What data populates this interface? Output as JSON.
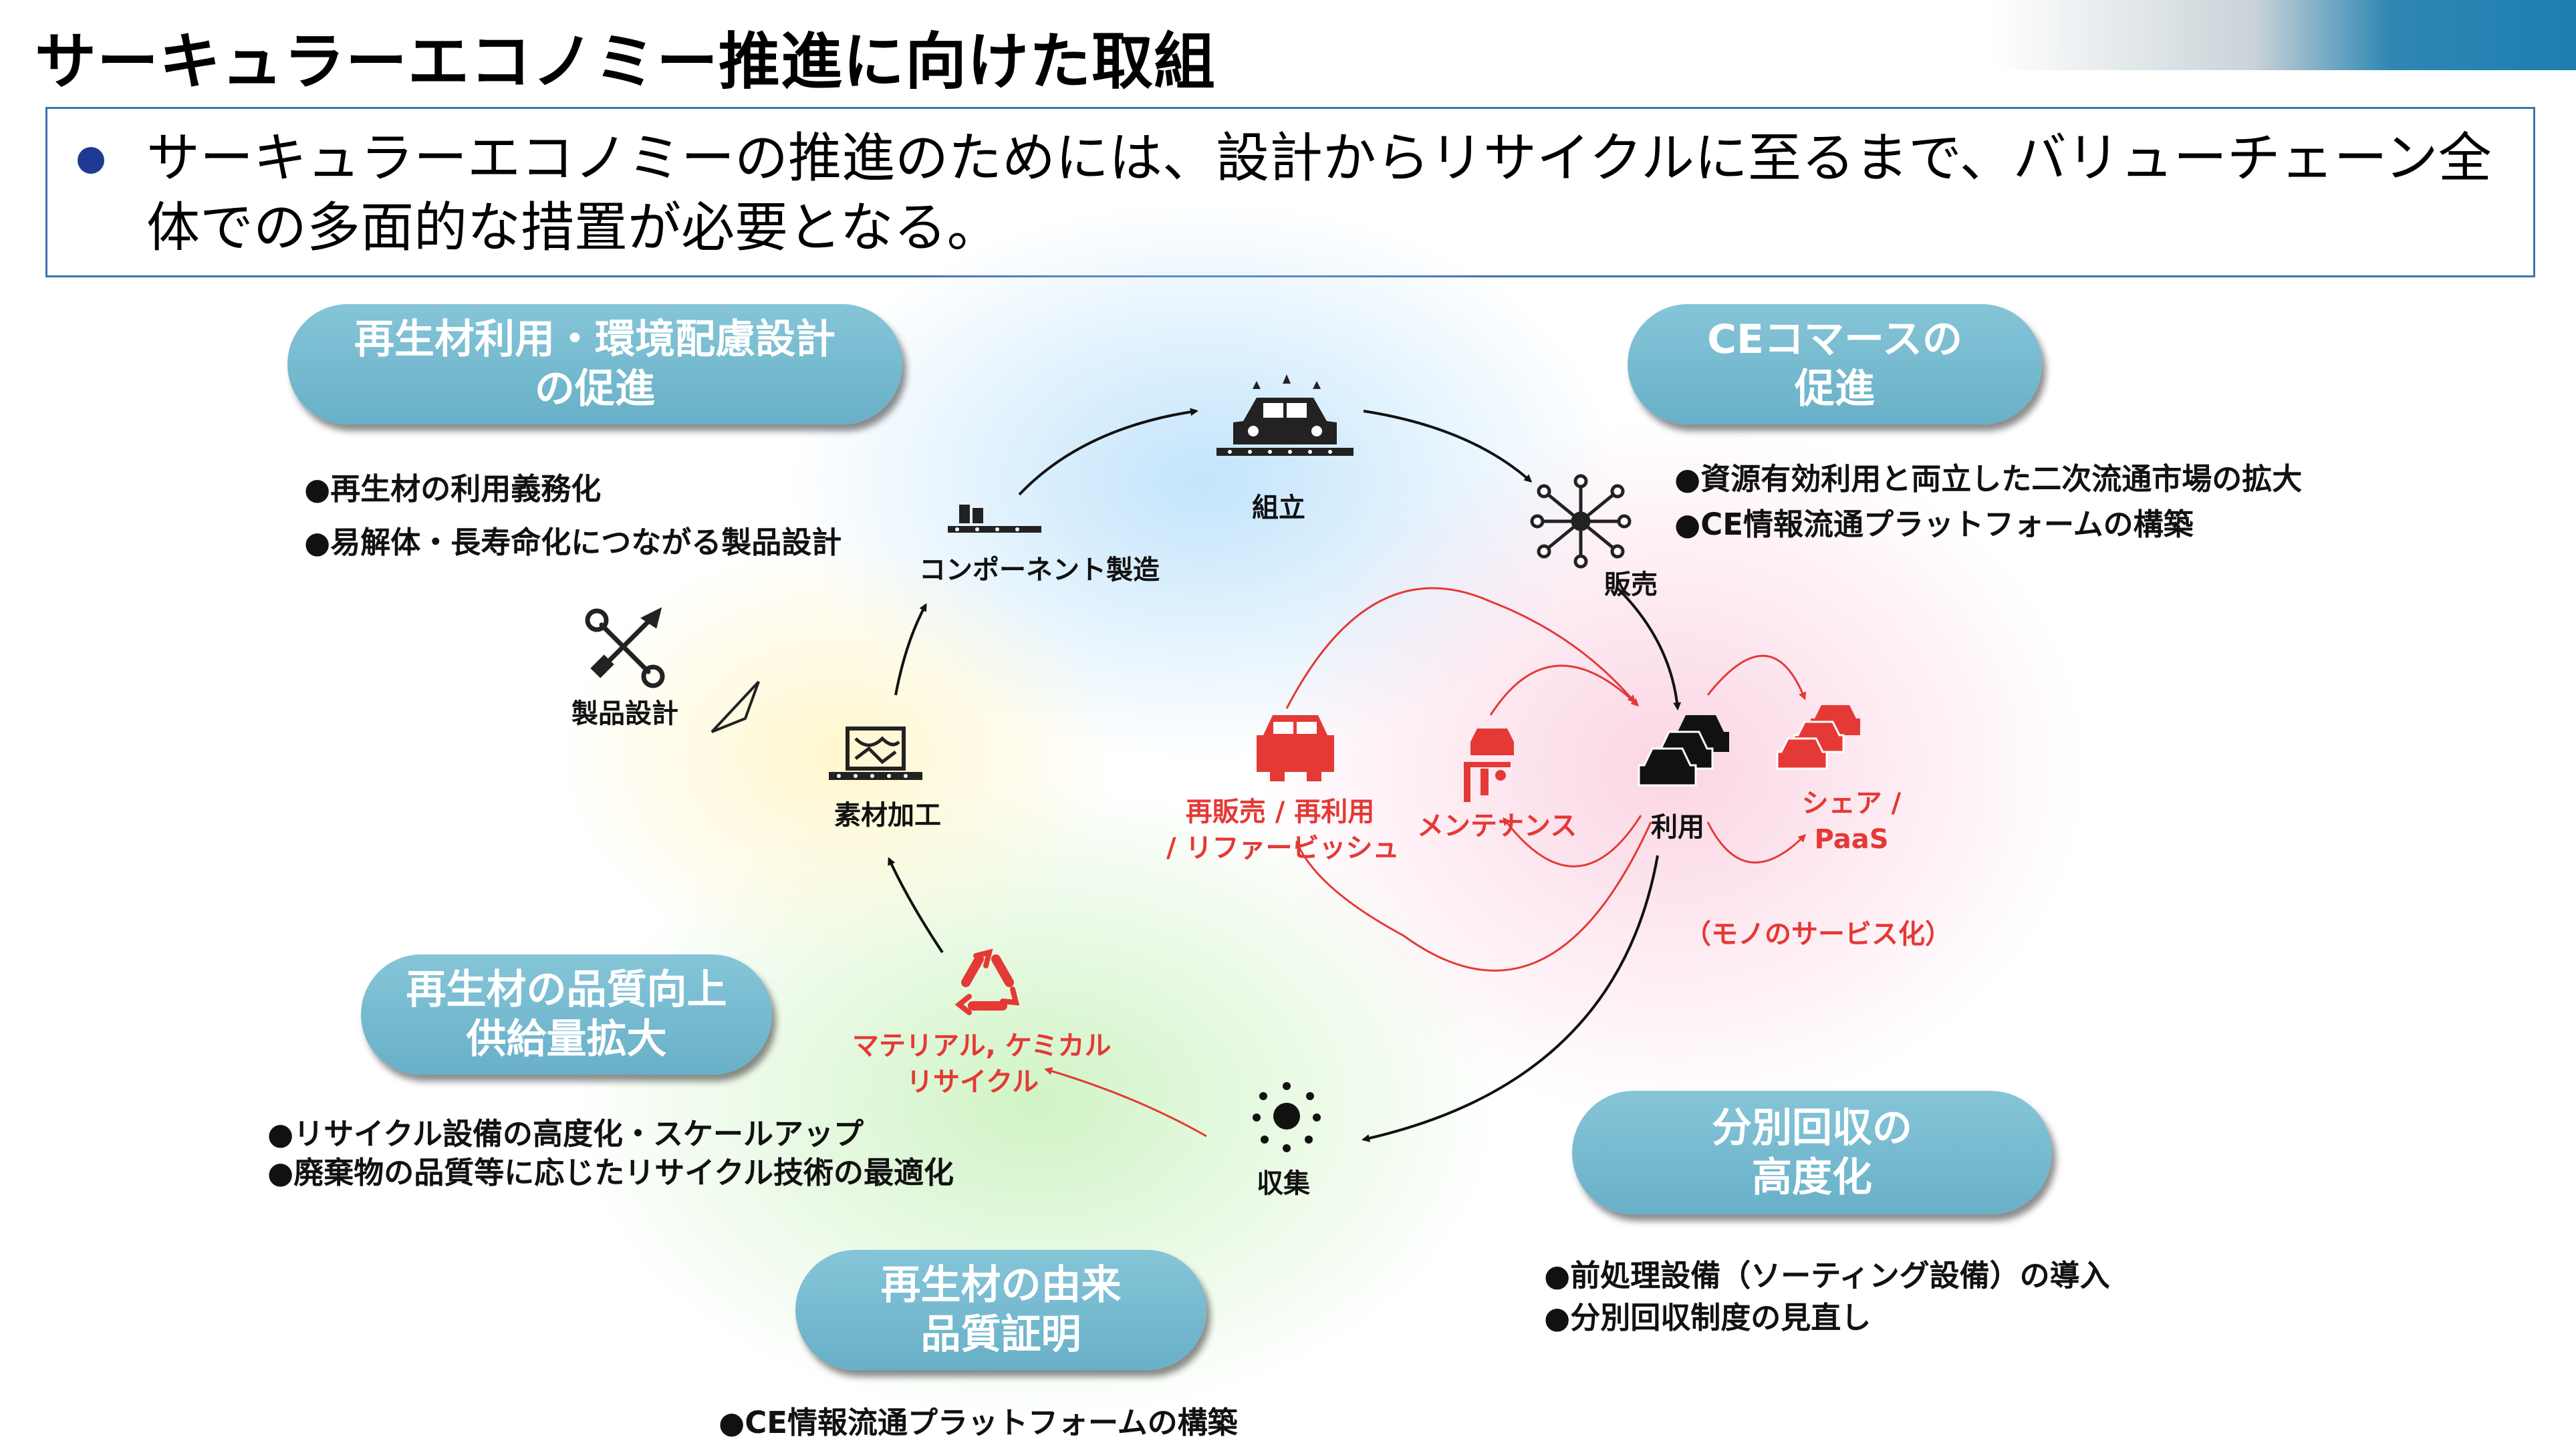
{
  "title": "サーキュラーエコノミー推進に向けた取組",
  "lead": {
    "text": "サーキュラーエコノミーの推進のためには、設計からリサイクルに至るまで、バリューチェーン全体での多面的な措置が必要となる。"
  },
  "measures": {
    "design": {
      "title_line1": "再生材利用・環境配慮設計",
      "title_line2": "の促進",
      "bullets": [
        "●再生材の利用義務化",
        "●易解体・長寿命化につながる製品設計"
      ]
    },
    "commerce": {
      "title_line1": "CEコマースの",
      "title_line2": "促進",
      "bullets": [
        "●資源有効利用と両立した二次流通市場の拡大",
        "●CE情報流通プラットフォームの構築"
      ]
    },
    "quality": {
      "title_line1": "再生材の品質向上",
      "title_line2": "供給量拡大",
      "bullets": [
        "●リサイクル設備の高度化・スケールアップ",
        "●廃棄物の品質等に応じたリサイクル技術の最適化"
      ]
    },
    "collection": {
      "title_line1": "分別回収の",
      "title_line2": "高度化",
      "bullets": [
        "●前処理設備（ソーティング設備）の導入",
        "●分別回収制度の見直し"
      ]
    },
    "certification": {
      "title_line1": "再生材の由来",
      "title_line2": "品質証明",
      "bullets": [
        "●CE情報流通プラットフォームの構築"
      ]
    }
  },
  "cycle": {
    "product_design": "製品設計",
    "material_processing": "素材加工",
    "component_manufacturing": "コンポーネント製造",
    "assembly": "組立",
    "sales": "販売",
    "use": "利用",
    "collection": "収集",
    "recycling_line1": "マテリアル, ケミカル",
    "recycling_line2": "リサイクル",
    "resale_line1": "再販売 / 再利用",
    "resale_line2": "/ リファービッシュ",
    "maintenance": "メンテナンス",
    "share_line1": "シェア /",
    "share_line2": "PaaS",
    "servitization": "（モノのサービス化）"
  },
  "colors": {
    "pill": "#74b8ce",
    "red_flow": "#e53935",
    "frame": "#3f72af",
    "bullet_dot": "#1f3a93"
  }
}
